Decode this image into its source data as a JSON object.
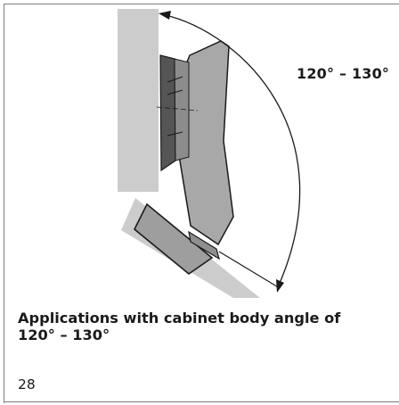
{
  "diagram": {
    "angle_label": "120° – 130°",
    "colors": {
      "panel": "#cccccc",
      "hinge_body": "#a5a5a5",
      "hinge_dark": "#5a5a5a",
      "outline": "#1a1a1a",
      "text": "#1a1a1a"
    }
  },
  "caption": {
    "line1": "Applications with cabinet body angle of",
    "line2": "120° – 130°"
  },
  "page_number": "28"
}
